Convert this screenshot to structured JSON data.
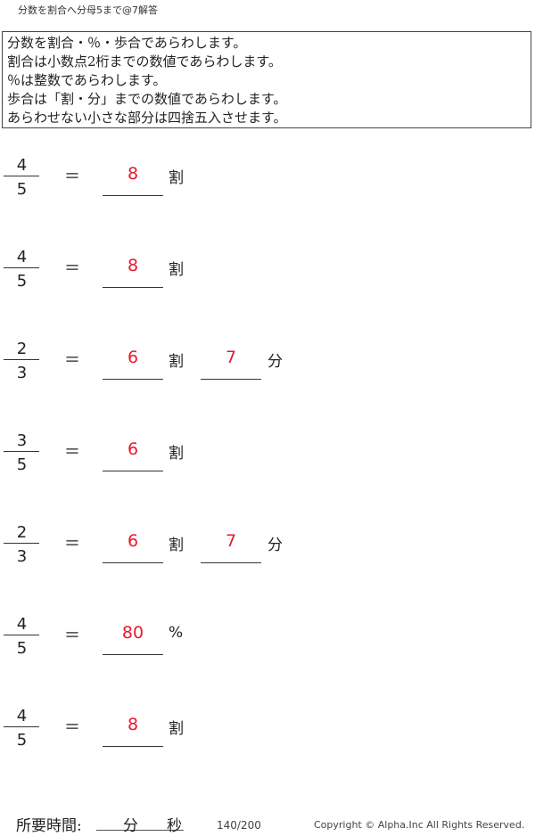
{
  "header": {
    "title": "分数を割合へ分母5まで@7解答"
  },
  "instructions": [
    "分数を割合・％・歩合であらわします。",
    "割合は小数点2桁までの数値であらわします。",
    "％は整数であらわします。",
    "歩合は「割・分」までの数値であらわします。",
    "あらわせない小さな部分は四捨五入させます。"
  ],
  "equals": "＝",
  "problems": [
    {
      "numerator": "4",
      "denominator": "5",
      "answer1": "8",
      "unit1": "割"
    },
    {
      "numerator": "4",
      "denominator": "5",
      "answer1": "8",
      "unit1": "割"
    },
    {
      "numerator": "2",
      "denominator": "3",
      "answer1": "6",
      "unit1": "割",
      "answer2": "7",
      "unit2": "分"
    },
    {
      "numerator": "3",
      "denominator": "5",
      "answer1": "6",
      "unit1": "割"
    },
    {
      "numerator": "2",
      "denominator": "3",
      "answer1": "6",
      "unit1": "割",
      "answer2": "7",
      "unit2": "分"
    },
    {
      "numerator": "4",
      "denominator": "5",
      "answer1": "80",
      "unit1": "%"
    },
    {
      "numerator": "4",
      "denominator": "5",
      "answer1": "8",
      "unit1": "割"
    }
  ],
  "footer": {
    "time_label": "所要時間:",
    "minutes": "分",
    "seconds": "秒",
    "page": "140/200",
    "copyright": "Copyright ©  Alpha.Inc All Rights Reserved."
  }
}
